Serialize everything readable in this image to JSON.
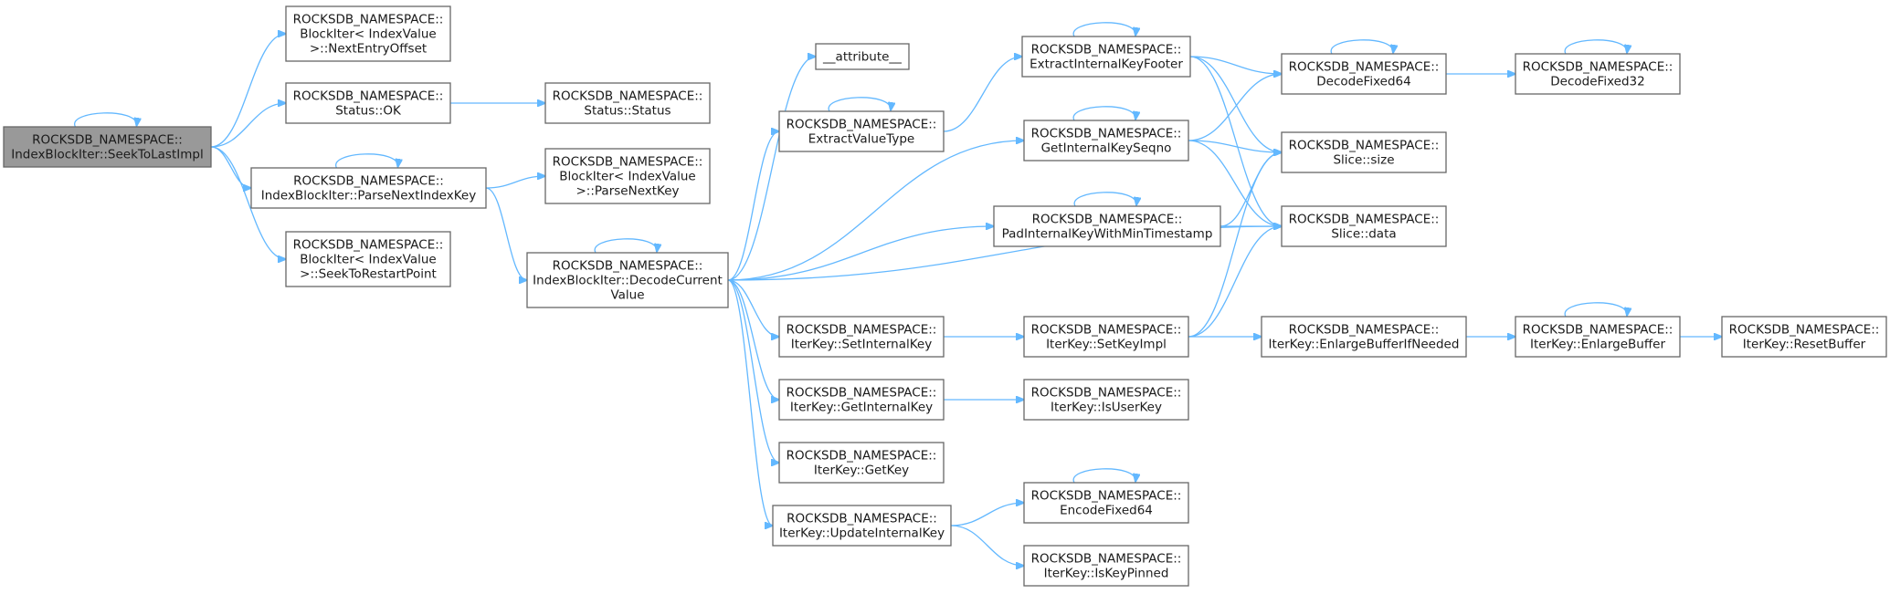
{
  "diagram": {
    "nodes": [
      {
        "id": "seektolast",
        "lines": [
          "ROCKSDB_NAMESPACE::",
          "IndexBlockIter::SeekToLastImpl"
        ],
        "root": true
      },
      {
        "id": "nextentryoffset",
        "lines": [
          "ROCKSDB_NAMESPACE::",
          "BlockIter< IndexValue",
          ">::NextEntryOffset"
        ]
      },
      {
        "id": "status_ok",
        "lines": [
          "ROCKSDB_NAMESPACE::",
          "Status::OK"
        ]
      },
      {
        "id": "status_status",
        "lines": [
          "ROCKSDB_NAMESPACE::",
          "Status::Status"
        ]
      },
      {
        "id": "parsenextindexkey",
        "lines": [
          "ROCKSDB_NAMESPACE::",
          "IndexBlockIter::ParseNextIndexKey"
        ]
      },
      {
        "id": "parsenextkey",
        "lines": [
          "ROCKSDB_NAMESPACE::",
          "BlockIter< IndexValue",
          ">::ParseNextKey"
        ]
      },
      {
        "id": "seektorestartpoint",
        "lines": [
          "ROCKSDB_NAMESPACE::",
          "BlockIter< IndexValue",
          ">::SeekToRestartPoint"
        ]
      },
      {
        "id": "decodecurrentvalue",
        "lines": [
          "ROCKSDB_NAMESPACE::",
          "IndexBlockIter::DecodeCurrent",
          "Value"
        ]
      },
      {
        "id": "attribute",
        "lines": [
          "__attribute__"
        ]
      },
      {
        "id": "extractvaluetype",
        "lines": [
          "ROCKSDB_NAMESPACE::",
          "ExtractValueType"
        ]
      },
      {
        "id": "extractinternalkeyfooter",
        "lines": [
          "ROCKSDB_NAMESPACE::",
          "ExtractInternalKeyFooter"
        ]
      },
      {
        "id": "getinternalkeyseqno",
        "lines": [
          "ROCKSDB_NAMESPACE::",
          "GetInternalKeySeqno"
        ]
      },
      {
        "id": "padinternalkey",
        "lines": [
          "ROCKSDB_NAMESPACE::",
          "PadInternalKeyWithMinTimestamp"
        ]
      },
      {
        "id": "decodefixed64",
        "lines": [
          "ROCKSDB_NAMESPACE::",
          "DecodeFixed64"
        ]
      },
      {
        "id": "decodefixed32",
        "lines": [
          "ROCKSDB_NAMESPACE::",
          "DecodeFixed32"
        ]
      },
      {
        "id": "slice_size",
        "lines": [
          "ROCKSDB_NAMESPACE::",
          "Slice::size"
        ]
      },
      {
        "id": "slice_data",
        "lines": [
          "ROCKSDB_NAMESPACE::",
          "Slice::data"
        ]
      },
      {
        "id": "setinternalkey",
        "lines": [
          "ROCKSDB_NAMESPACE::",
          "IterKey::SetInternalKey"
        ]
      },
      {
        "id": "setkeyimpl",
        "lines": [
          "ROCKSDB_NAMESPACE::",
          "IterKey::SetKeyImpl"
        ]
      },
      {
        "id": "enlargebufferifneeded",
        "lines": [
          "ROCKSDB_NAMESPACE::",
          "IterKey::EnlargeBufferIfNeeded"
        ]
      },
      {
        "id": "enlargebuffer",
        "lines": [
          "ROCKSDB_NAMESPACE::",
          "IterKey::EnlargeBuffer"
        ]
      },
      {
        "id": "resetbuffer",
        "lines": [
          "ROCKSDB_NAMESPACE::",
          "IterKey::ResetBuffer"
        ]
      },
      {
        "id": "getinternalkey",
        "lines": [
          "ROCKSDB_NAMESPACE::",
          "IterKey::GetInternalKey"
        ]
      },
      {
        "id": "isuserkey",
        "lines": [
          "ROCKSDB_NAMESPACE::",
          "IterKey::IsUserKey"
        ]
      },
      {
        "id": "getkey",
        "lines": [
          "ROCKSDB_NAMESPACE::",
          "IterKey::GetKey"
        ]
      },
      {
        "id": "updateinternalkey",
        "lines": [
          "ROCKSDB_NAMESPACE::",
          "IterKey::UpdateInternalKey"
        ]
      },
      {
        "id": "encodefixed64",
        "lines": [
          "ROCKSDB_NAMESPACE::",
          "EncodeFixed64"
        ]
      },
      {
        "id": "iskeypinned",
        "lines": [
          "ROCKSDB_NAMESPACE::",
          "IterKey::IsKeyPinned"
        ]
      }
    ],
    "edges": [
      [
        "seektolast",
        "seektolast"
      ],
      [
        "seektolast",
        "nextentryoffset"
      ],
      [
        "seektolast",
        "status_ok"
      ],
      [
        "seektolast",
        "parsenextindexkey"
      ],
      [
        "seektolast",
        "seektorestartpoint"
      ],
      [
        "status_ok",
        "status_status"
      ],
      [
        "parsenextindexkey",
        "parsenextindexkey"
      ],
      [
        "parsenextindexkey",
        "parsenextkey"
      ],
      [
        "parsenextindexkey",
        "decodecurrentvalue"
      ],
      [
        "decodecurrentvalue",
        "decodecurrentvalue"
      ],
      [
        "decodecurrentvalue",
        "attribute"
      ],
      [
        "decodecurrentvalue",
        "extractvaluetype"
      ],
      [
        "decodecurrentvalue",
        "getinternalkeyseqno"
      ],
      [
        "decodecurrentvalue",
        "padinternalkey"
      ],
      [
        "decodecurrentvalue",
        "slice_data"
      ],
      [
        "decodecurrentvalue",
        "setinternalkey"
      ],
      [
        "decodecurrentvalue",
        "getinternalkey"
      ],
      [
        "decodecurrentvalue",
        "getkey"
      ],
      [
        "decodecurrentvalue",
        "updateinternalkey"
      ],
      [
        "extractvaluetype",
        "extractvaluetype"
      ],
      [
        "extractvaluetype",
        "extractinternalkeyfooter"
      ],
      [
        "extractinternalkeyfooter",
        "extractinternalkeyfooter"
      ],
      [
        "extractinternalkeyfooter",
        "decodefixed64"
      ],
      [
        "extractinternalkeyfooter",
        "slice_size"
      ],
      [
        "extractinternalkeyfooter",
        "slice_data"
      ],
      [
        "getinternalkeyseqno",
        "getinternalkeyseqno"
      ],
      [
        "getinternalkeyseqno",
        "decodefixed64"
      ],
      [
        "getinternalkeyseqno",
        "slice_size"
      ],
      [
        "getinternalkeyseqno",
        "slice_data"
      ],
      [
        "padinternalkey",
        "padinternalkey"
      ],
      [
        "padinternalkey",
        "slice_size"
      ],
      [
        "padinternalkey",
        "slice_data"
      ],
      [
        "decodefixed64",
        "decodefixed64"
      ],
      [
        "decodefixed64",
        "decodefixed32"
      ],
      [
        "decodefixed32",
        "decodefixed32"
      ],
      [
        "setinternalkey",
        "setkeyimpl"
      ],
      [
        "setkeyimpl",
        "slice_size"
      ],
      [
        "setkeyimpl",
        "slice_data"
      ],
      [
        "setkeyimpl",
        "enlargebufferifneeded"
      ],
      [
        "enlargebufferifneeded",
        "enlargebuffer"
      ],
      [
        "enlargebuffer",
        "enlargebuffer"
      ],
      [
        "enlargebuffer",
        "resetbuffer"
      ],
      [
        "getinternalkey",
        "isuserkey"
      ],
      [
        "updateinternalkey",
        "encodefixed64"
      ],
      [
        "updateinternalkey",
        "iskeypinned"
      ],
      [
        "encodefixed64",
        "encodefixed64"
      ]
    ],
    "colors": {
      "edge": "#63b8ff",
      "node_border": "#666666",
      "node_fill": "#ffffff",
      "root_fill": "#999999",
      "text": "#1a1a1a"
    }
  }
}
